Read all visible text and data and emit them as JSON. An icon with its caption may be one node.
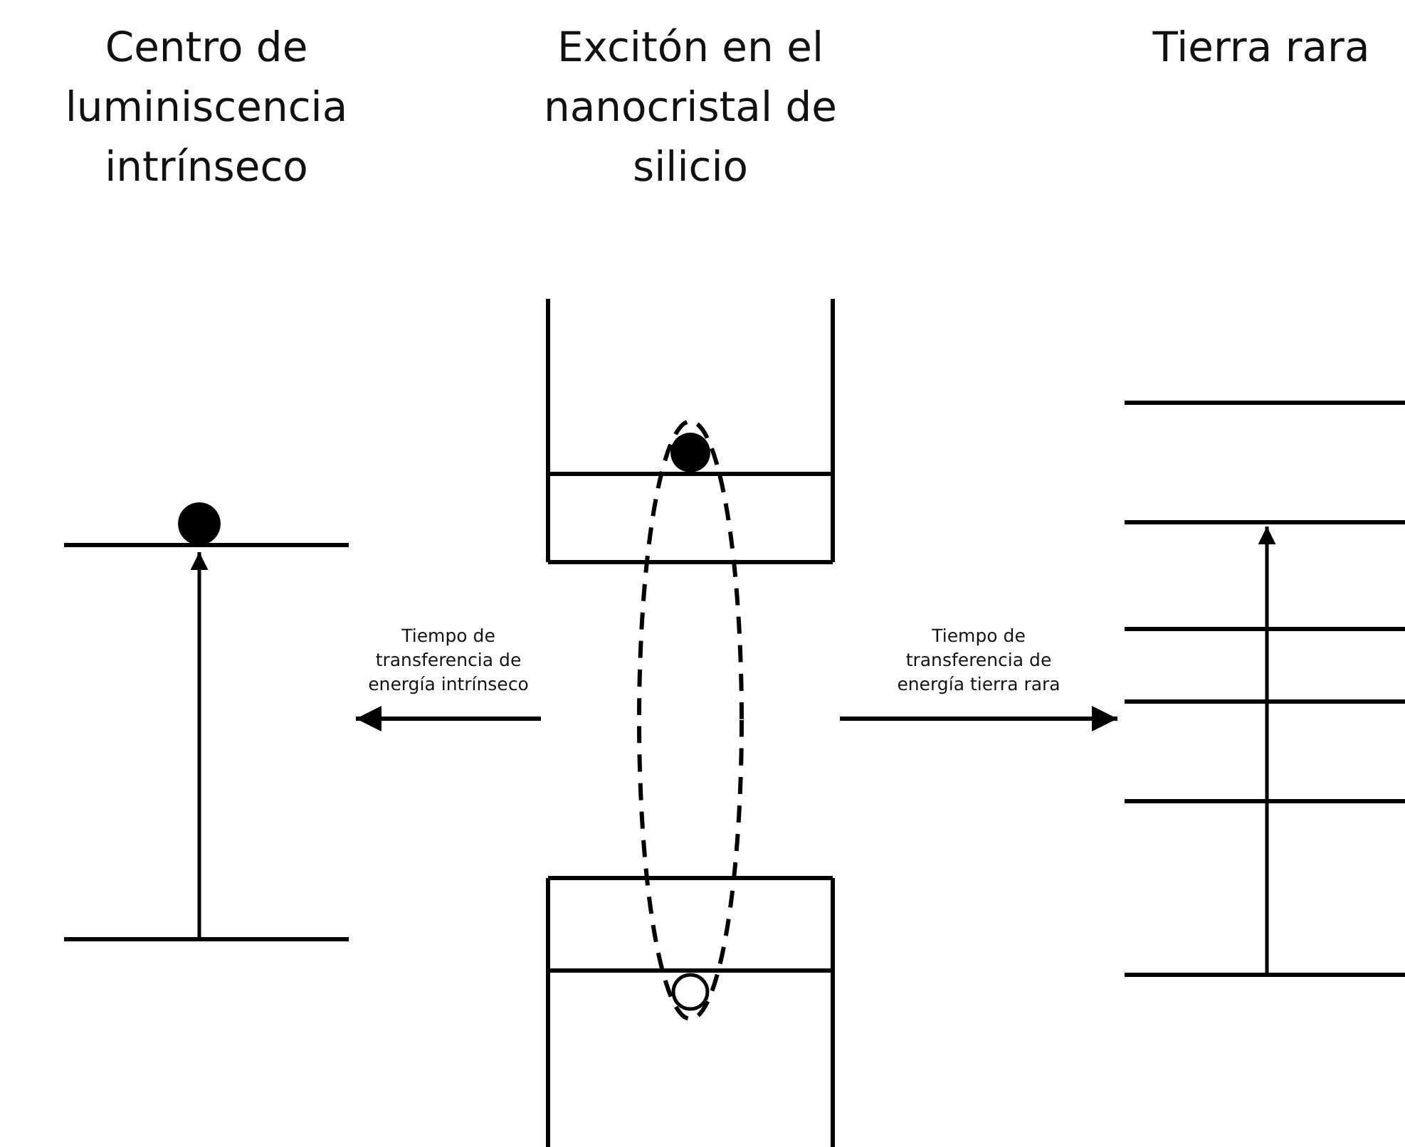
{
  "diagram": {
    "nodes": [
      {
        "text": [
          "Centro de luminiscencia intrínseco"
        ]
      },
      {
        "text": [
          "Excitón en el nanocristal de silicio"
        ]
      },
      {
        "text": [
          "Tierra rara"
        ]
      }
    ],
    "edges": [
      {
        "from": 1,
        "to": 0,
        "arrow": "to",
        "label": "Tiempo de transferencia de energía intrínseco"
      },
      {
        "from": 1,
        "to": 2,
        "arrow": "to",
        "label": "Tiempo de transferencia de energía tierra rara"
      }
    ]
  }
}
